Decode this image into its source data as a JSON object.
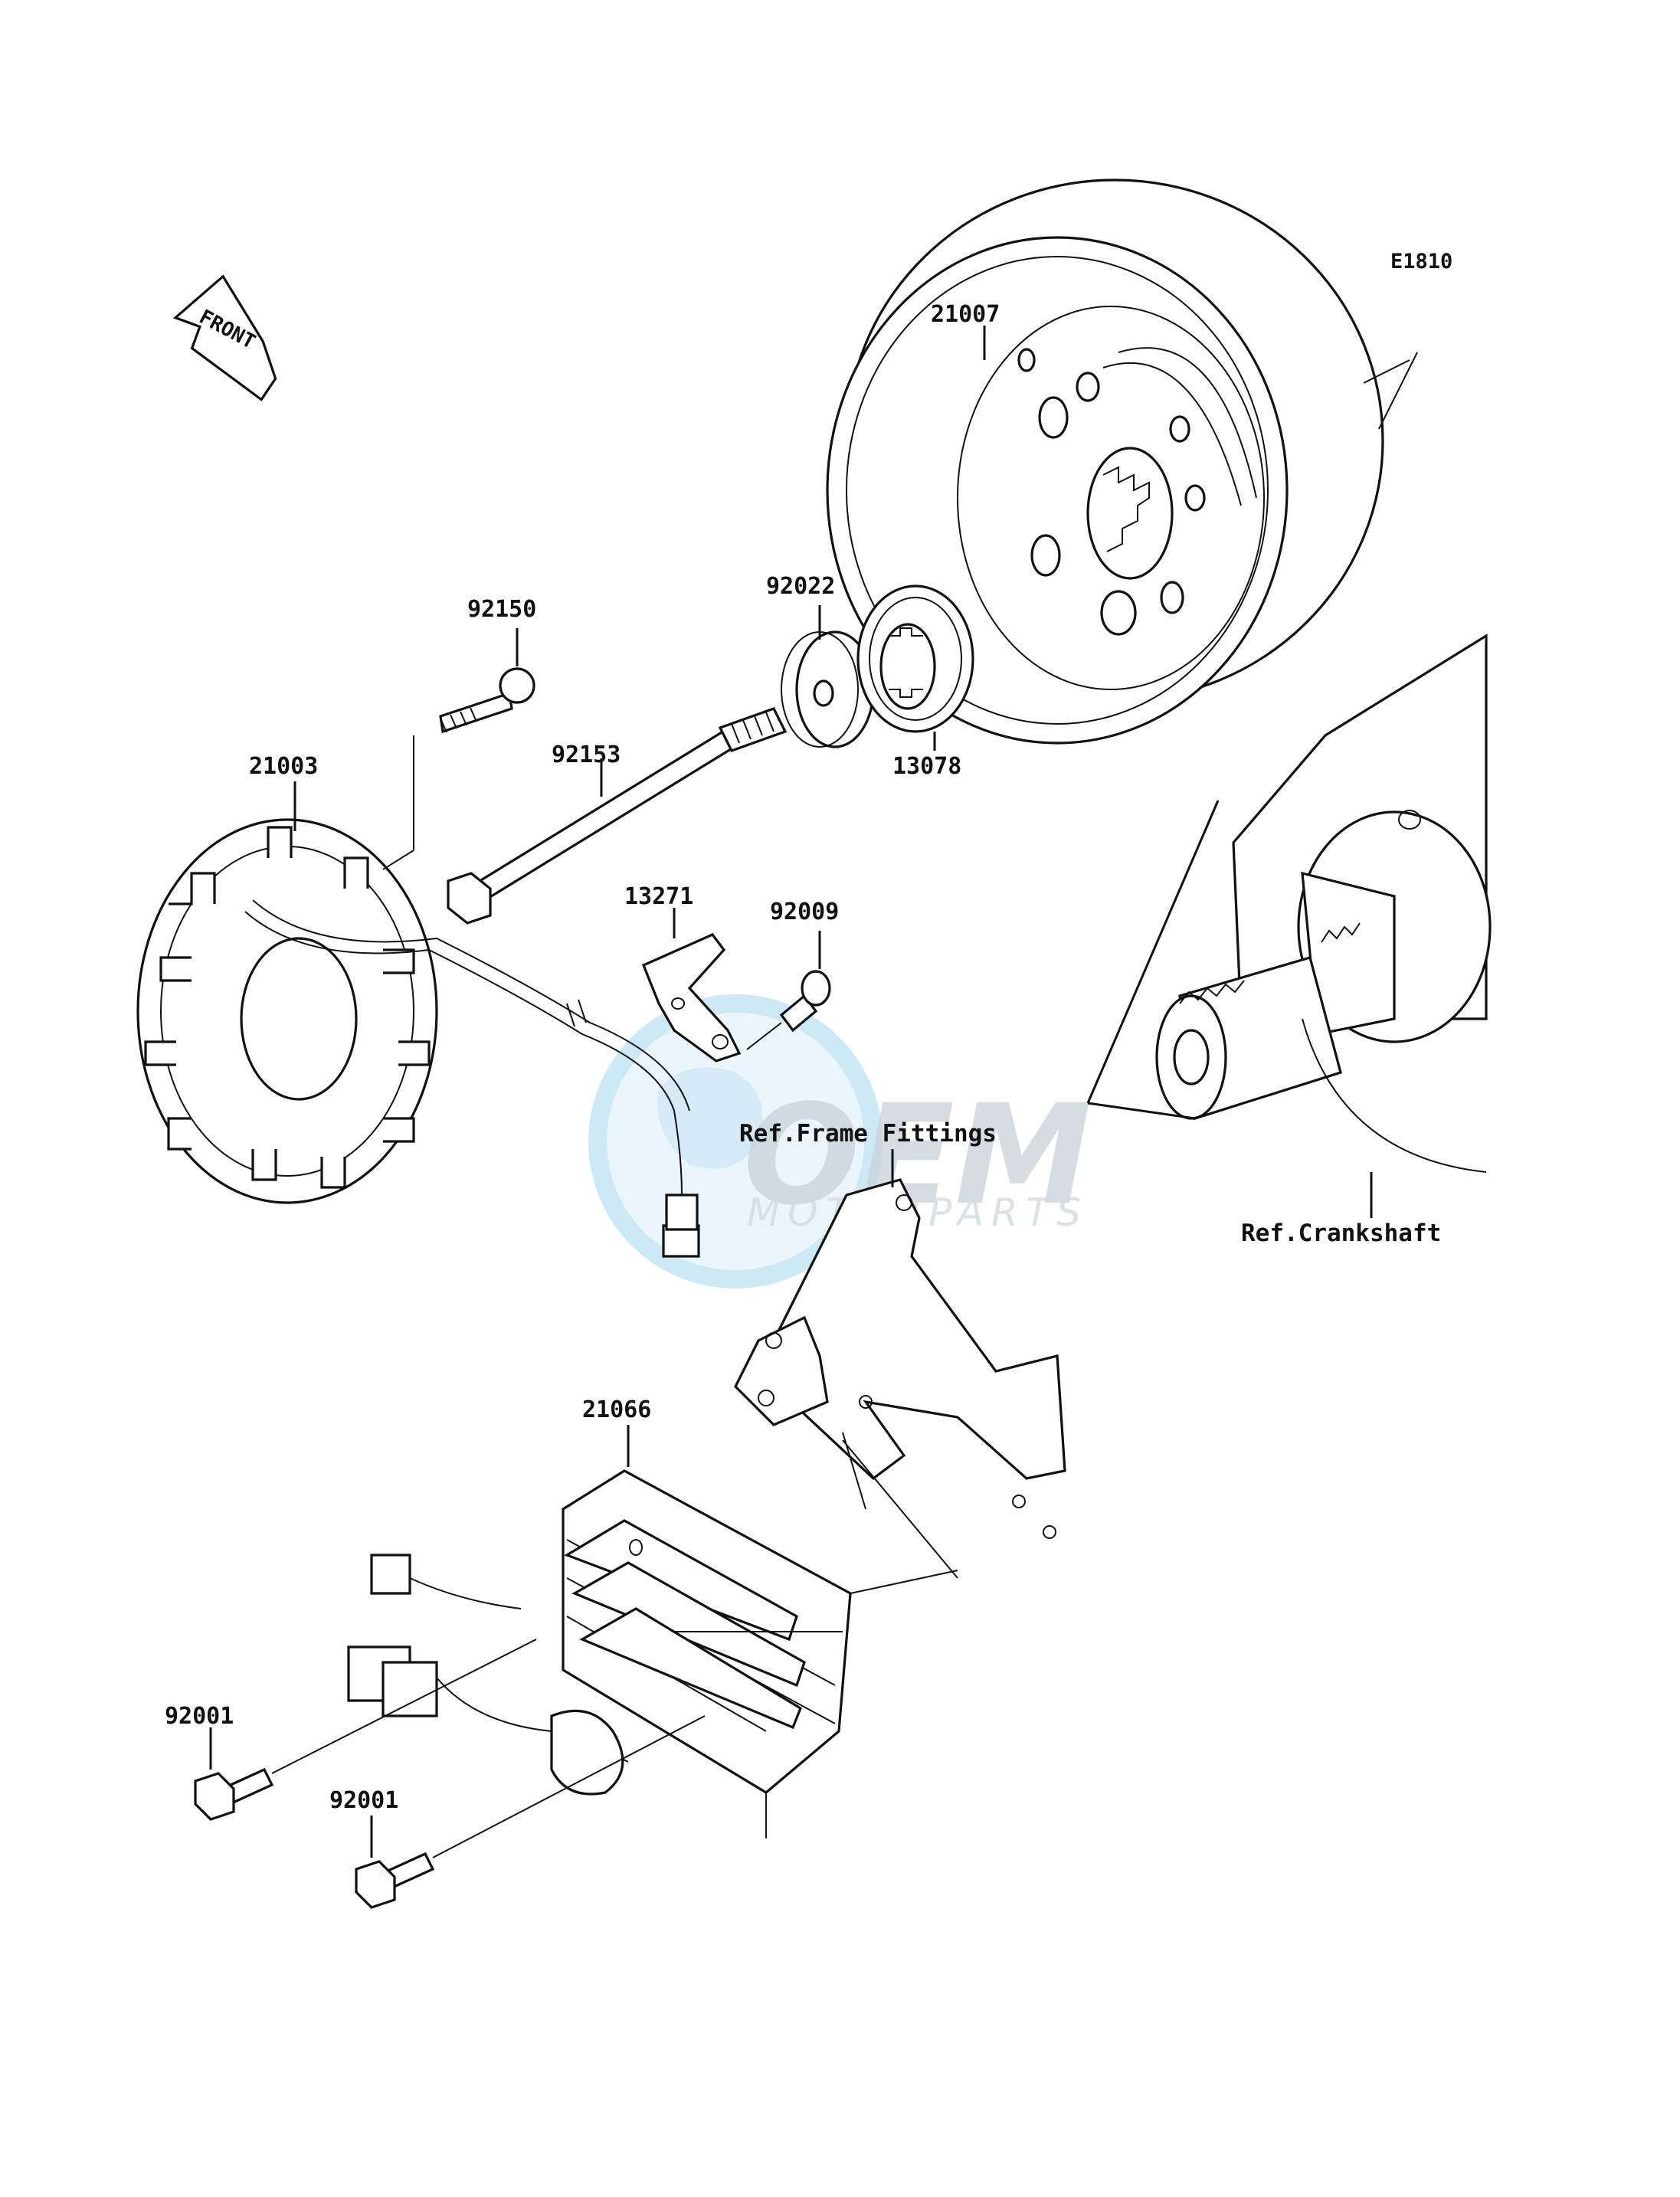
{
  "diagram": {
    "code": "E1810",
    "direction_label": "FRONT",
    "watermark": {
      "brand": "OEM",
      "subtitle": "MOTORPARTS"
    },
    "references": {
      "frame": "Ref.Frame Fittings",
      "crankshaft": "Ref.Crankshaft"
    },
    "parts": [
      {
        "id": "21007",
        "label": "21007"
      },
      {
        "id": "92022",
        "label": "92022"
      },
      {
        "id": "13078",
        "label": "13078"
      },
      {
        "id": "92150",
        "label": "92150"
      },
      {
        "id": "92153",
        "label": "92153"
      },
      {
        "id": "21003",
        "label": "21003"
      },
      {
        "id": "13271",
        "label": "13271"
      },
      {
        "id": "92009",
        "label": "92009"
      },
      {
        "id": "21066",
        "label": "21066"
      },
      {
        "id": "92001a",
        "label": "92001"
      },
      {
        "id": "92001b",
        "label": "92001"
      }
    ]
  }
}
